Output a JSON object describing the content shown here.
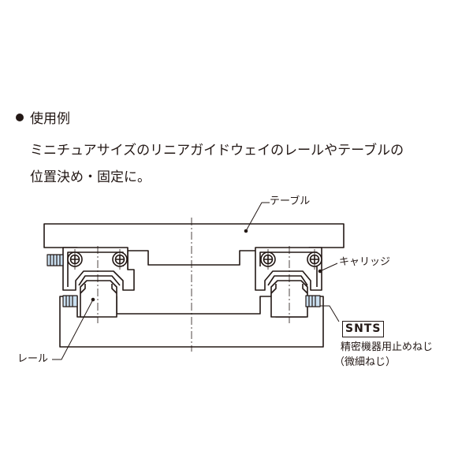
{
  "heading": "使用例",
  "description_lines": [
    "ミニチュアサイズのリニアガイドウェイのレールやテーブルの",
    "位置決め・固定に。"
  ],
  "labels": {
    "table": "テーブル",
    "carriage": "キャリッジ",
    "rail": "レール",
    "product_code": "SNTS",
    "product_name": "精密機器用止めねじ",
    "product_note": "（微細ねじ）"
  },
  "colors": {
    "line": "#231815",
    "part_fill": "#ffffff",
    "setscrew_fill": "#c9dff0"
  },
  "icons": [
    "bullet-icon",
    "screw-head-icon",
    "set-screw-icon"
  ]
}
